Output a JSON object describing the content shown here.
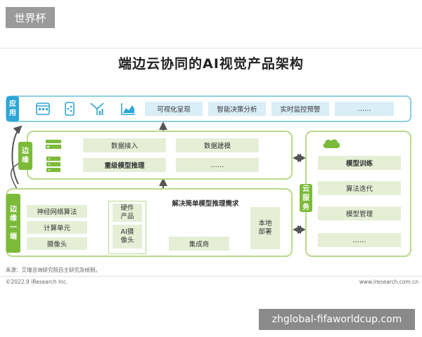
{
  "header_tag": "世界杯",
  "title": "端边云协同的AI视觉产品架构",
  "app_layer": {
    "label_lines": [
      "应",
      "用"
    ],
    "items": [
      "可视化呈现",
      "智能决策分析",
      "实时监控预警",
      "……"
    ]
  },
  "edge_layer": {
    "label_lines": [
      "边",
      "缘"
    ],
    "items": [
      "数据接入",
      "数据建模",
      "重级模型推理",
      "……"
    ]
  },
  "device_layer": {
    "label_lines": [
      "边",
      "缘",
      "一",
      "端"
    ],
    "caption": "解决简单模型推理需求",
    "left_items": [
      "神经网络算法",
      "计算单元",
      "摄像头"
    ],
    "hardware_label": [
      "硬件",
      "产品"
    ],
    "ai_camera_label": [
      "AI摄",
      "像头"
    ],
    "integrator_label": "集成商",
    "local_label": [
      "本地",
      "部署"
    ]
  },
  "cloud_layer": {
    "label_lines": [
      "云",
      "服",
      "务"
    ],
    "items": [
      "模型训练",
      "算法迭代",
      "模型管理",
      "……"
    ]
  },
  "source_note": "来源：艾瑞咨询研究院自主研究及绘制。",
  "copyright": "©2022.9 iResearch Inc.",
  "website": "www.iresearch.com.cn",
  "watermark": "zhglobal-fifaworldcup.com",
  "colors": {
    "app_accent": "#2ea6d6",
    "edge_accent": "#7cbb3a",
    "app_cell": "#d9eef6",
    "edge_cell": "#e6efd6"
  }
}
